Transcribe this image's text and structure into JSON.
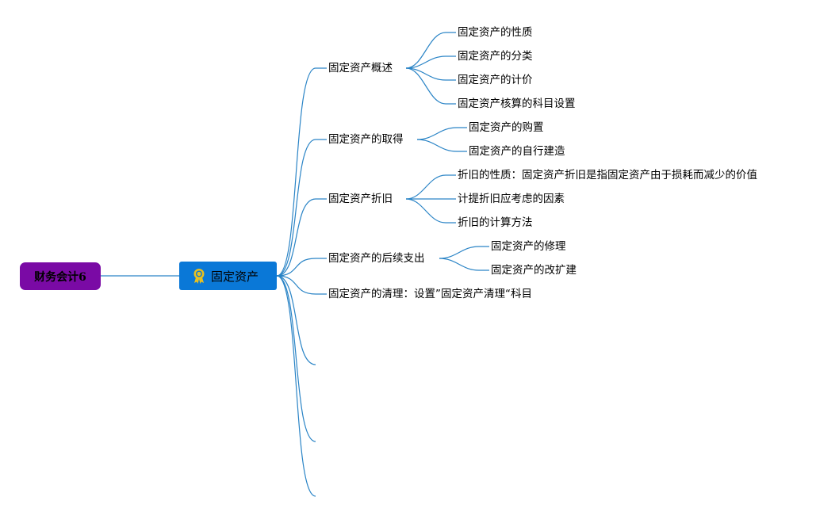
{
  "root": {
    "label": "财务会计6"
  },
  "main": {
    "label": "固定资产",
    "icon": "award-ribbon-icon"
  },
  "branches": [
    {
      "label": "固定资产概述",
      "children": [
        "固定资产的性质",
        "固定资产的分类",
        "固定资产的计价",
        "固定资产核算的科目设置"
      ]
    },
    {
      "label": "固定资产的取得",
      "children": [
        "固定资产的购置",
        "固定资产的自行建造"
      ]
    },
    {
      "label": "固定资产折旧",
      "children": [
        "折旧的性质：固定资产折旧是指固定资产由于损耗而减少的价值",
        "计提折旧应考虑的因素",
        "折旧的计算方法"
      ]
    },
    {
      "label": "固定资产的后续支出",
      "children": [
        "固定资产的修理",
        "固定资产的改扩建"
      ]
    },
    {
      "label": "固定资产的清理：设置”固定资产清理“科目",
      "children": []
    },
    {
      "label": "",
      "children": []
    },
    {
      "label": "",
      "children": []
    },
    {
      "label": "",
      "children": []
    }
  ],
  "colors": {
    "root_fill": "#7a0aa5",
    "main_fill": "#0a78d7",
    "line": "#2a84c6",
    "icon": "#e8c020"
  }
}
